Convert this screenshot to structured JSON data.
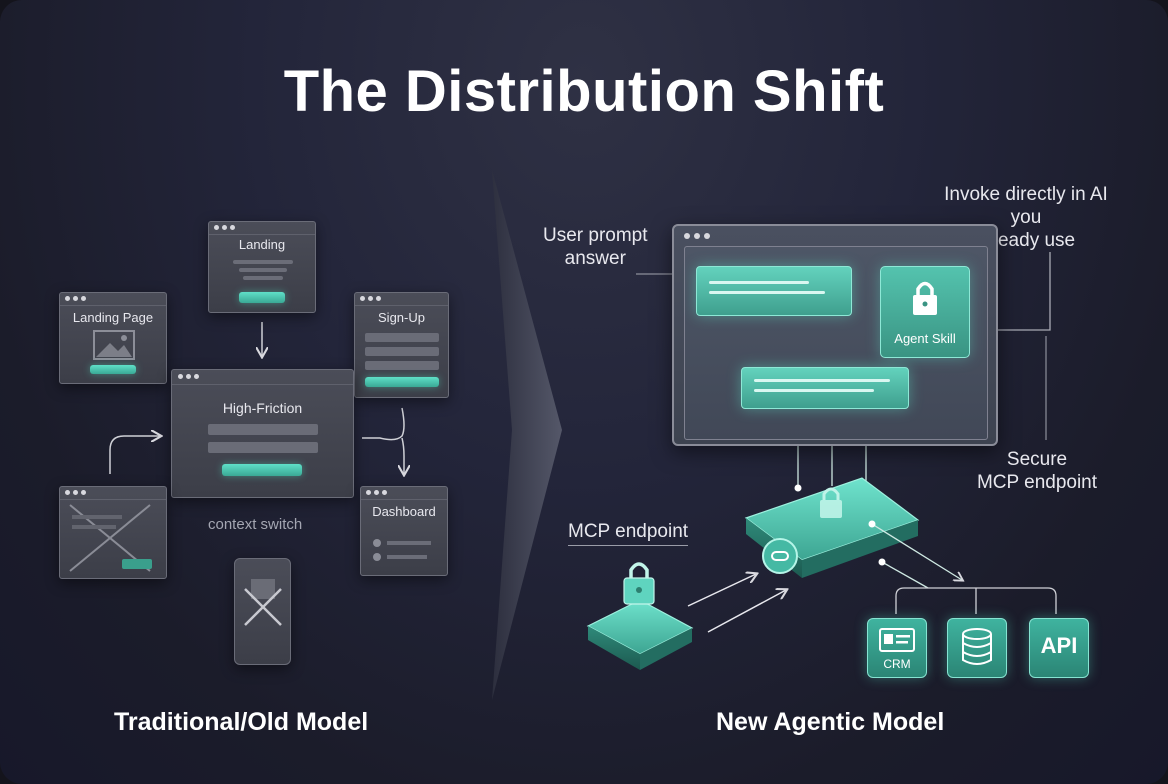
{
  "title": "The Distribution Shift",
  "left": {
    "caption": "Traditional/Old Model",
    "windows": {
      "landing": "Landing",
      "landing_page": "Landing Page",
      "sign_up": "Sign-Up",
      "high_friction": "High-Friction",
      "dashboard": "Dashboard"
    },
    "context_switch": "context switch"
  },
  "right": {
    "caption": "New Agentic Model",
    "user_prompt": "User prompt\nanswer",
    "invoke": "Invoke directly in AI\nyou\nalready use",
    "agent_skill": "Agent Skill",
    "secure_mcp": "Secure\nMCP endpoint",
    "mcp_endpoint": "MCP endpoint",
    "services": [
      "CRM",
      "",
      "API"
    ]
  },
  "colors": {
    "background": "#23253a",
    "teal": "#4fc4ad",
    "window": "#44464f"
  },
  "icons": [
    "lock-icon",
    "image-placeholder-icon",
    "cross-out-icon",
    "database-icon",
    "id-card-icon",
    "link-icon"
  ]
}
